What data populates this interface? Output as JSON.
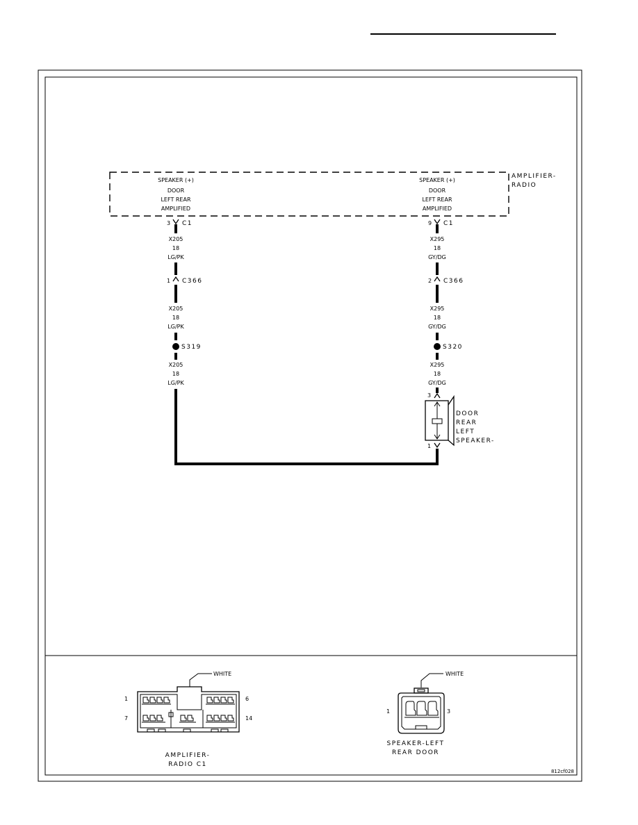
{
  "module": {
    "name_line1": "AMPLIFIER-",
    "name_line2": "RADIO",
    "left_pin": {
      "line1": "SPEAKER (+)",
      "line2": "DOOR",
      "line3": "LEFT REAR",
      "line4": "AMPLIFIED",
      "pin": "3",
      "connector": "C1"
    },
    "right_pin": {
      "line1": "SPEAKER (+)",
      "line2": "DOOR",
      "line3": "LEFT REAR",
      "line4": "AMPLIFIED",
      "pin": "9",
      "connector": "C1"
    }
  },
  "left_circuit": {
    "segments": [
      {
        "circuit": "X205",
        "gauge": "18",
        "color": "LG/PK"
      },
      {
        "circuit": "X205",
        "gauge": "18",
        "color": "LG/PK"
      },
      {
        "circuit": "X205",
        "gauge": "18",
        "color": "LG/PK"
      }
    ],
    "inline_connector": {
      "pin": "1",
      "name": "C366"
    },
    "splice": "S319"
  },
  "right_circuit": {
    "segments": [
      {
        "circuit": "X295",
        "gauge": "18",
        "color": "GY/DG"
      },
      {
        "circuit": "X295",
        "gauge": "18",
        "color": "GY/DG"
      },
      {
        "circuit": "X295",
        "gauge": "18",
        "color": "GY/DG"
      }
    ],
    "inline_connector": {
      "pin": "2",
      "name": "C366"
    },
    "splice": "S320"
  },
  "speaker": {
    "line1": "DOOR",
    "line2": "REAR",
    "line3": "LEFT",
    "line4": "SPEAKER-",
    "top_pin": "3",
    "bottom_pin": "1"
  },
  "connector_views": {
    "amp": {
      "color_label": "WHITE",
      "pin_top_left": "1",
      "pin_top_right": "6",
      "pin_bottom_left": "7",
      "pin_bottom_right": "14",
      "caption_line1": "AMPLIFIER-",
      "caption_line2": "RADIO C1"
    },
    "speaker": {
      "color_label": "WHITE",
      "pin_left": "1",
      "pin_right": "3",
      "caption_line1": "SPEAKER-LEFT",
      "caption_line2": "REAR DOOR"
    }
  },
  "figure_id": "812cf028"
}
